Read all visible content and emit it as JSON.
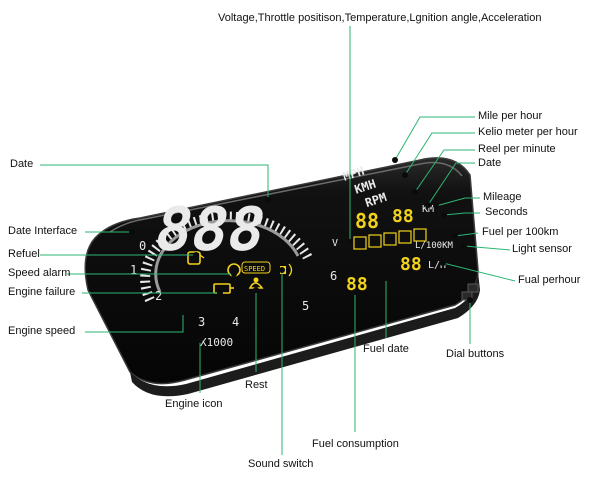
{
  "labels": {
    "top": "Voltage,Throttle positison,Temperature,Lgnition angle,Acceleration",
    "date_left": "Date",
    "date_interface": "Date Interface",
    "refuel": "Refuel",
    "speed_alarm": "Speed alarm",
    "engine_failure": "Engine failure",
    "engine_speed": "Engine speed",
    "engine_icon": "Engine icon",
    "rest": "Rest",
    "sound_switch": "Sound switch",
    "fuel_consumption": "Fuel consumption",
    "fuel_date": "Fuel date",
    "dial_buttons": "Dial buttons",
    "mile_per_hour": "Mile per hour",
    "kelio_meter": "Kelio meter per hour",
    "reel_per_minute": "Reel per minute",
    "date_right": "Date",
    "mileage": "Mileage",
    "seconds": "Seconds",
    "fuel_per_100km": "Fuel per 100km",
    "light_sensor": "Light sensor",
    "fual_perhour": "Fual perhour"
  },
  "display": {
    "big_digits": "888",
    "yellow_digits_top": "88",
    "yellow_digits_mid": "88",
    "yellow_digits_low": "88",
    "unit_mph": "MPH",
    "unit_kmh": "KMH",
    "unit_rpm": "RPM",
    "unit_km": "KM",
    "unit_l100km": "L/100KM",
    "unit_lh": "L/H",
    "unit_v": "V",
    "speed_badge": "SPEED",
    "rpm_scale": [
      "0",
      "1",
      "2",
      "3",
      "4",
      "5",
      "6"
    ],
    "rpm_multiplier": "X1000"
  },
  "colors": {
    "accent": "#2bb673",
    "digit_yellow": "#f2d21b",
    "device_black": "#0b0b0b"
  }
}
